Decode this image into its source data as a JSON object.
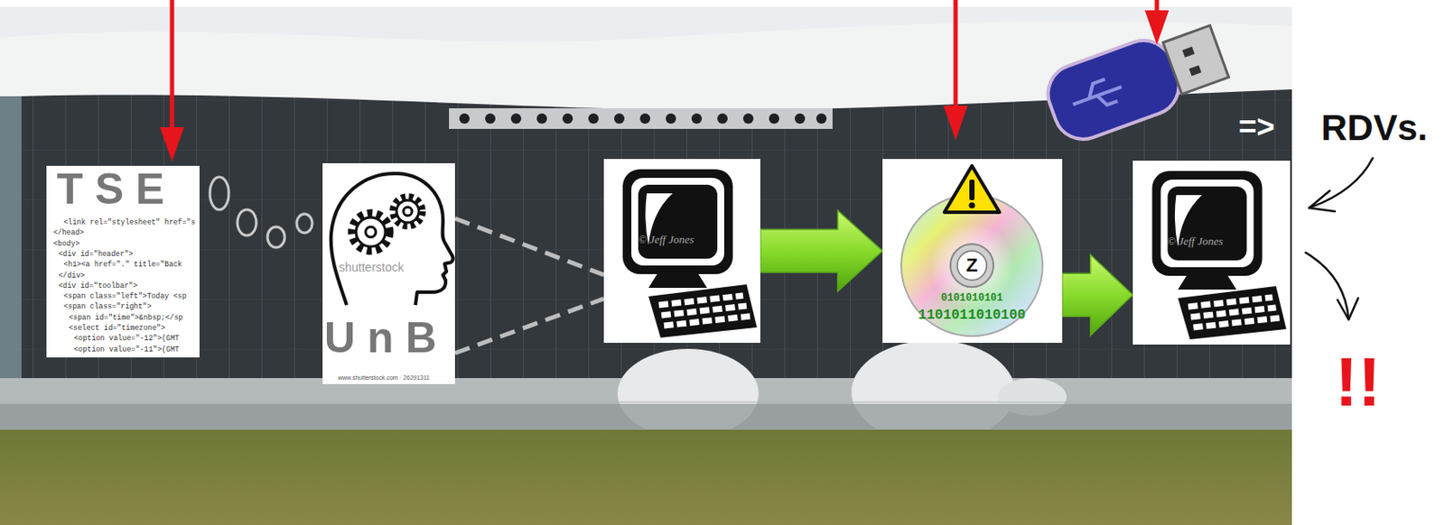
{
  "diagram": {
    "nodes": [
      {
        "text": [
          "T S E",
          "<link rel=\"stylesheet\" href=\"s",
          "</head>",
          "<body>",
          "<div id=\"header\">",
          "<h1><a href=\".\" title=\"Back",
          "</div>",
          "<div id=\"toolbar\">",
          "<span class=\"left\">Today <sp",
          "<span class=\"right\">",
          "<span id=\"time\">&nbsp;</sp",
          "<select id=\"timezone\">",
          "<option value=\"-12\">(GMT",
          "<option value=\"-11\">(GMT"
        ]
      },
      {
        "text": [
          "shutterstock",
          "U n B",
          "www.shutterstock.com · 26291311"
        ]
      },
      {
        "text": [
          "© Jeff Jones"
        ]
      },
      {
        "text": [
          "Z",
          "0101010101",
          "1101011010100"
        ]
      },
      {
        "text": [
          "© Jeff Jones"
        ]
      }
    ],
    "edges": [
      {
        "from": 1,
        "to": 2,
        "arrow": "none"
      },
      {
        "from": 1,
        "to": 2,
        "arrow": "none"
      },
      {
        "from": 2,
        "to": 3,
        "arrow": "to"
      },
      {
        "from": 3,
        "to": 4,
        "arrow": "to"
      }
    ],
    "labels": [
      "=>",
      "RDVs.",
      "!!"
    ]
  }
}
